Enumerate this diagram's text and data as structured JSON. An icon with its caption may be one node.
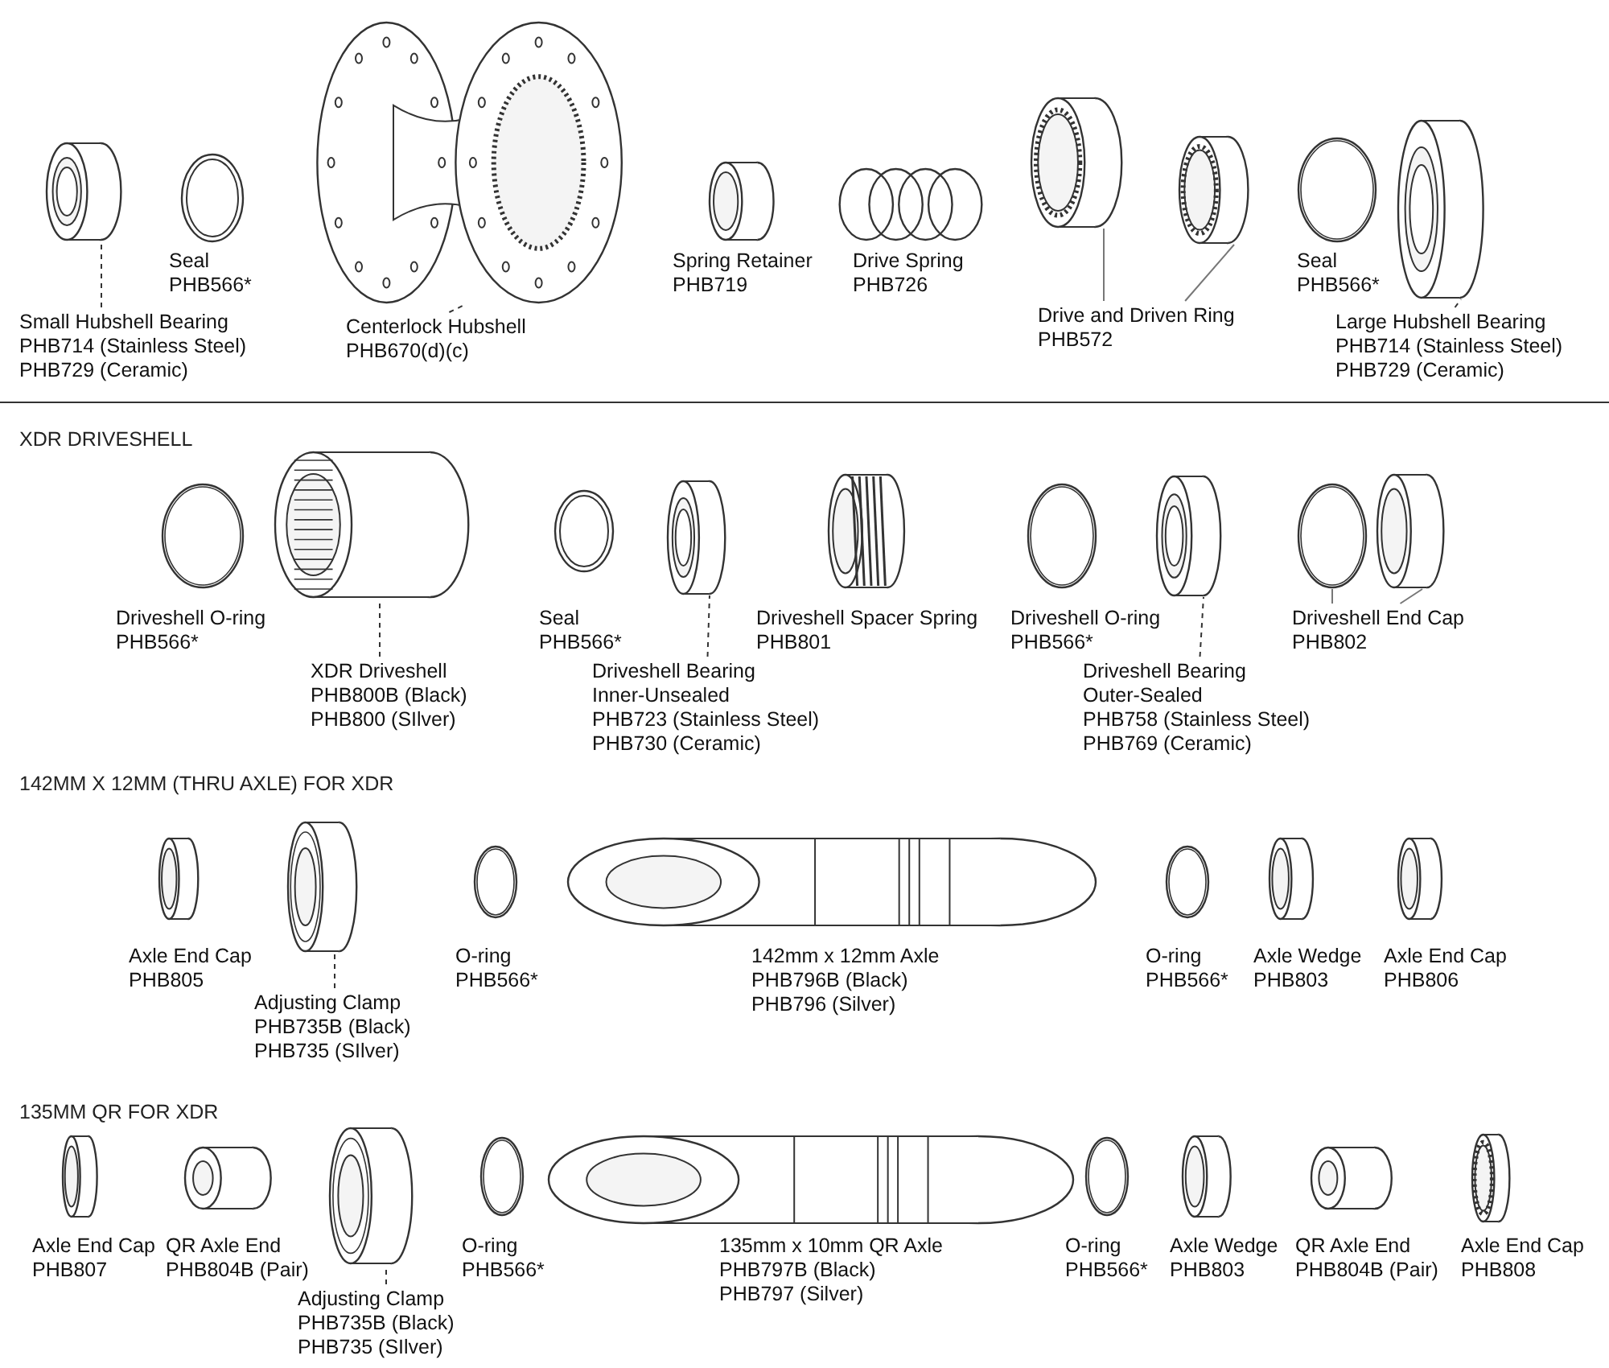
{
  "diagram": {
    "nodes": [
      {
        "text": [
          "Small Hubshell Bearing",
          "PHB714 (Stainless Steel)",
          "PHB729 (Ceramic)"
        ]
      },
      {
        "text": [],
        "shape": "cylinder"
      },
      {
        "text": [
          "Centerlock Hubshell",
          "PHB670(d)(c)"
        ]
      },
      {
        "text": [],
        "shape": "picture"
      },
      {
        "text": [
          "Drive and Driven Ring",
          "PHB572"
        ]
      },
      {
        "text": [],
        "shape": "cylinder"
      },
      {
        "text": [],
        "shape": "cylinder"
      },
      {
        "text": [
          "Large Hubshell Bearing",
          "PHB714 (Stainless Steel)",
          "PHB729 (Ceramic)"
        ]
      },
      {
        "text": [],
        "shape": "cylinder"
      },
      {
        "text": [
          "XDR Driveshell",
          "PHB800B (Black)",
          "PHB800 (SIlver)"
        ]
      },
      {
        "text": [],
        "shape": "picture"
      },
      {
        "text": [
          "Driveshell Bearing",
          "Inner-Unsealed",
          "PHB723 (Stainless Steel)",
          "PHB730 (Ceramic)"
        ]
      },
      {
        "text": [],
        "shape": "cylinder"
      },
      {
        "text": [
          "Driveshell Bearing",
          "Outer-Sealed",
          "PHB758 (Stainless Steel)",
          "PHB769 (Ceramic)"
        ]
      },
      {
        "text": [],
        "shape": "cylinder"
      },
      {
        "text": [
          "Driveshell End Cap",
          "PHB802"
        ]
      },
      {
        "text": [],
        "shape": "circle"
      },
      {
        "text": [],
        "shape": "cylinder"
      },
      {
        "text": [
          "Adjusting Clamp",
          "PHB735B (Black)",
          "PHB735 (SIlver)"
        ]
      },
      {
        "text": [],
        "shape": "cylinder"
      },
      {
        "text": [
          "Adjusting Clamp",
          "PHB735B (Black)",
          "PHB735 (SIlver)"
        ]
      },
      {
        "text": [],
        "shape": "cylinder"
      }
    ],
    "edges": [
      {
        "from": 0,
        "to": 1,
        "arrow": "none",
        "style": "dashed"
      },
      {
        "from": 2,
        "to": 3,
        "arrow": "none",
        "style": "dashed"
      },
      {
        "from": 4,
        "to": 5,
        "arrow": "none"
      },
      {
        "from": 4,
        "to": 6,
        "arrow": "none"
      },
      {
        "from": 7,
        "to": 8,
        "arrow": "none",
        "style": "dashed"
      },
      {
        "from": 9,
        "to": 10,
        "arrow": "none",
        "style": "dashed"
      },
      {
        "from": 11,
        "to": 12,
        "arrow": "none",
        "style": "dashed"
      },
      {
        "from": 13,
        "to": 14,
        "arrow": "none",
        "style": "dashed"
      },
      {
        "from": 15,
        "to": 16,
        "arrow": "none"
      },
      {
        "from": 15,
        "to": 17,
        "arrow": "none"
      },
      {
        "from": 18,
        "to": 19,
        "arrow": "none",
        "style": "dashed"
      },
      {
        "from": 20,
        "to": 21,
        "arrow": "none",
        "style": "dashed"
      }
    ],
    "labels": [
      "Seal",
      "PHB566*",
      "Spring Retainer",
      "PHB719",
      "Drive Spring",
      "PHB726",
      "Seal",
      "PHB566*",
      "XDR DRIVESHELL",
      "Driveshell O-ring",
      "PHB566*",
      "Seal",
      "PHB566*",
      "Driveshell Spacer Spring",
      "PHB801",
      "Driveshell O-ring",
      "PHB566*",
      "142MM X 12MM (THRU AXLE) FOR XDR",
      "Axle End Cap",
      "PHB805",
      "O-ring",
      "PHB566*",
      "142mm x 12mm Axle",
      "PHB796B (Black)",
      "PHB796 (Silver)",
      "O-ring",
      "PHB566*",
      "Axle Wedge",
      "PHB803",
      "Axle End Cap",
      "PHB806",
      "135MM QR FOR XDR",
      "Axle End Cap",
      "PHB807",
      "QR Axle End",
      "PHB804B (Pair)",
      "O-ring",
      "PHB566*",
      "135mm x 10mm QR Axle",
      "PHB797B (Black)",
      "PHB797 (Silver)",
      "O-ring",
      "PHB566*",
      "Axle Wedge",
      "PHB803",
      "QR Axle End",
      "PHB804B (Pair)",
      "Axle End Cap",
      "PHB808"
    ]
  }
}
